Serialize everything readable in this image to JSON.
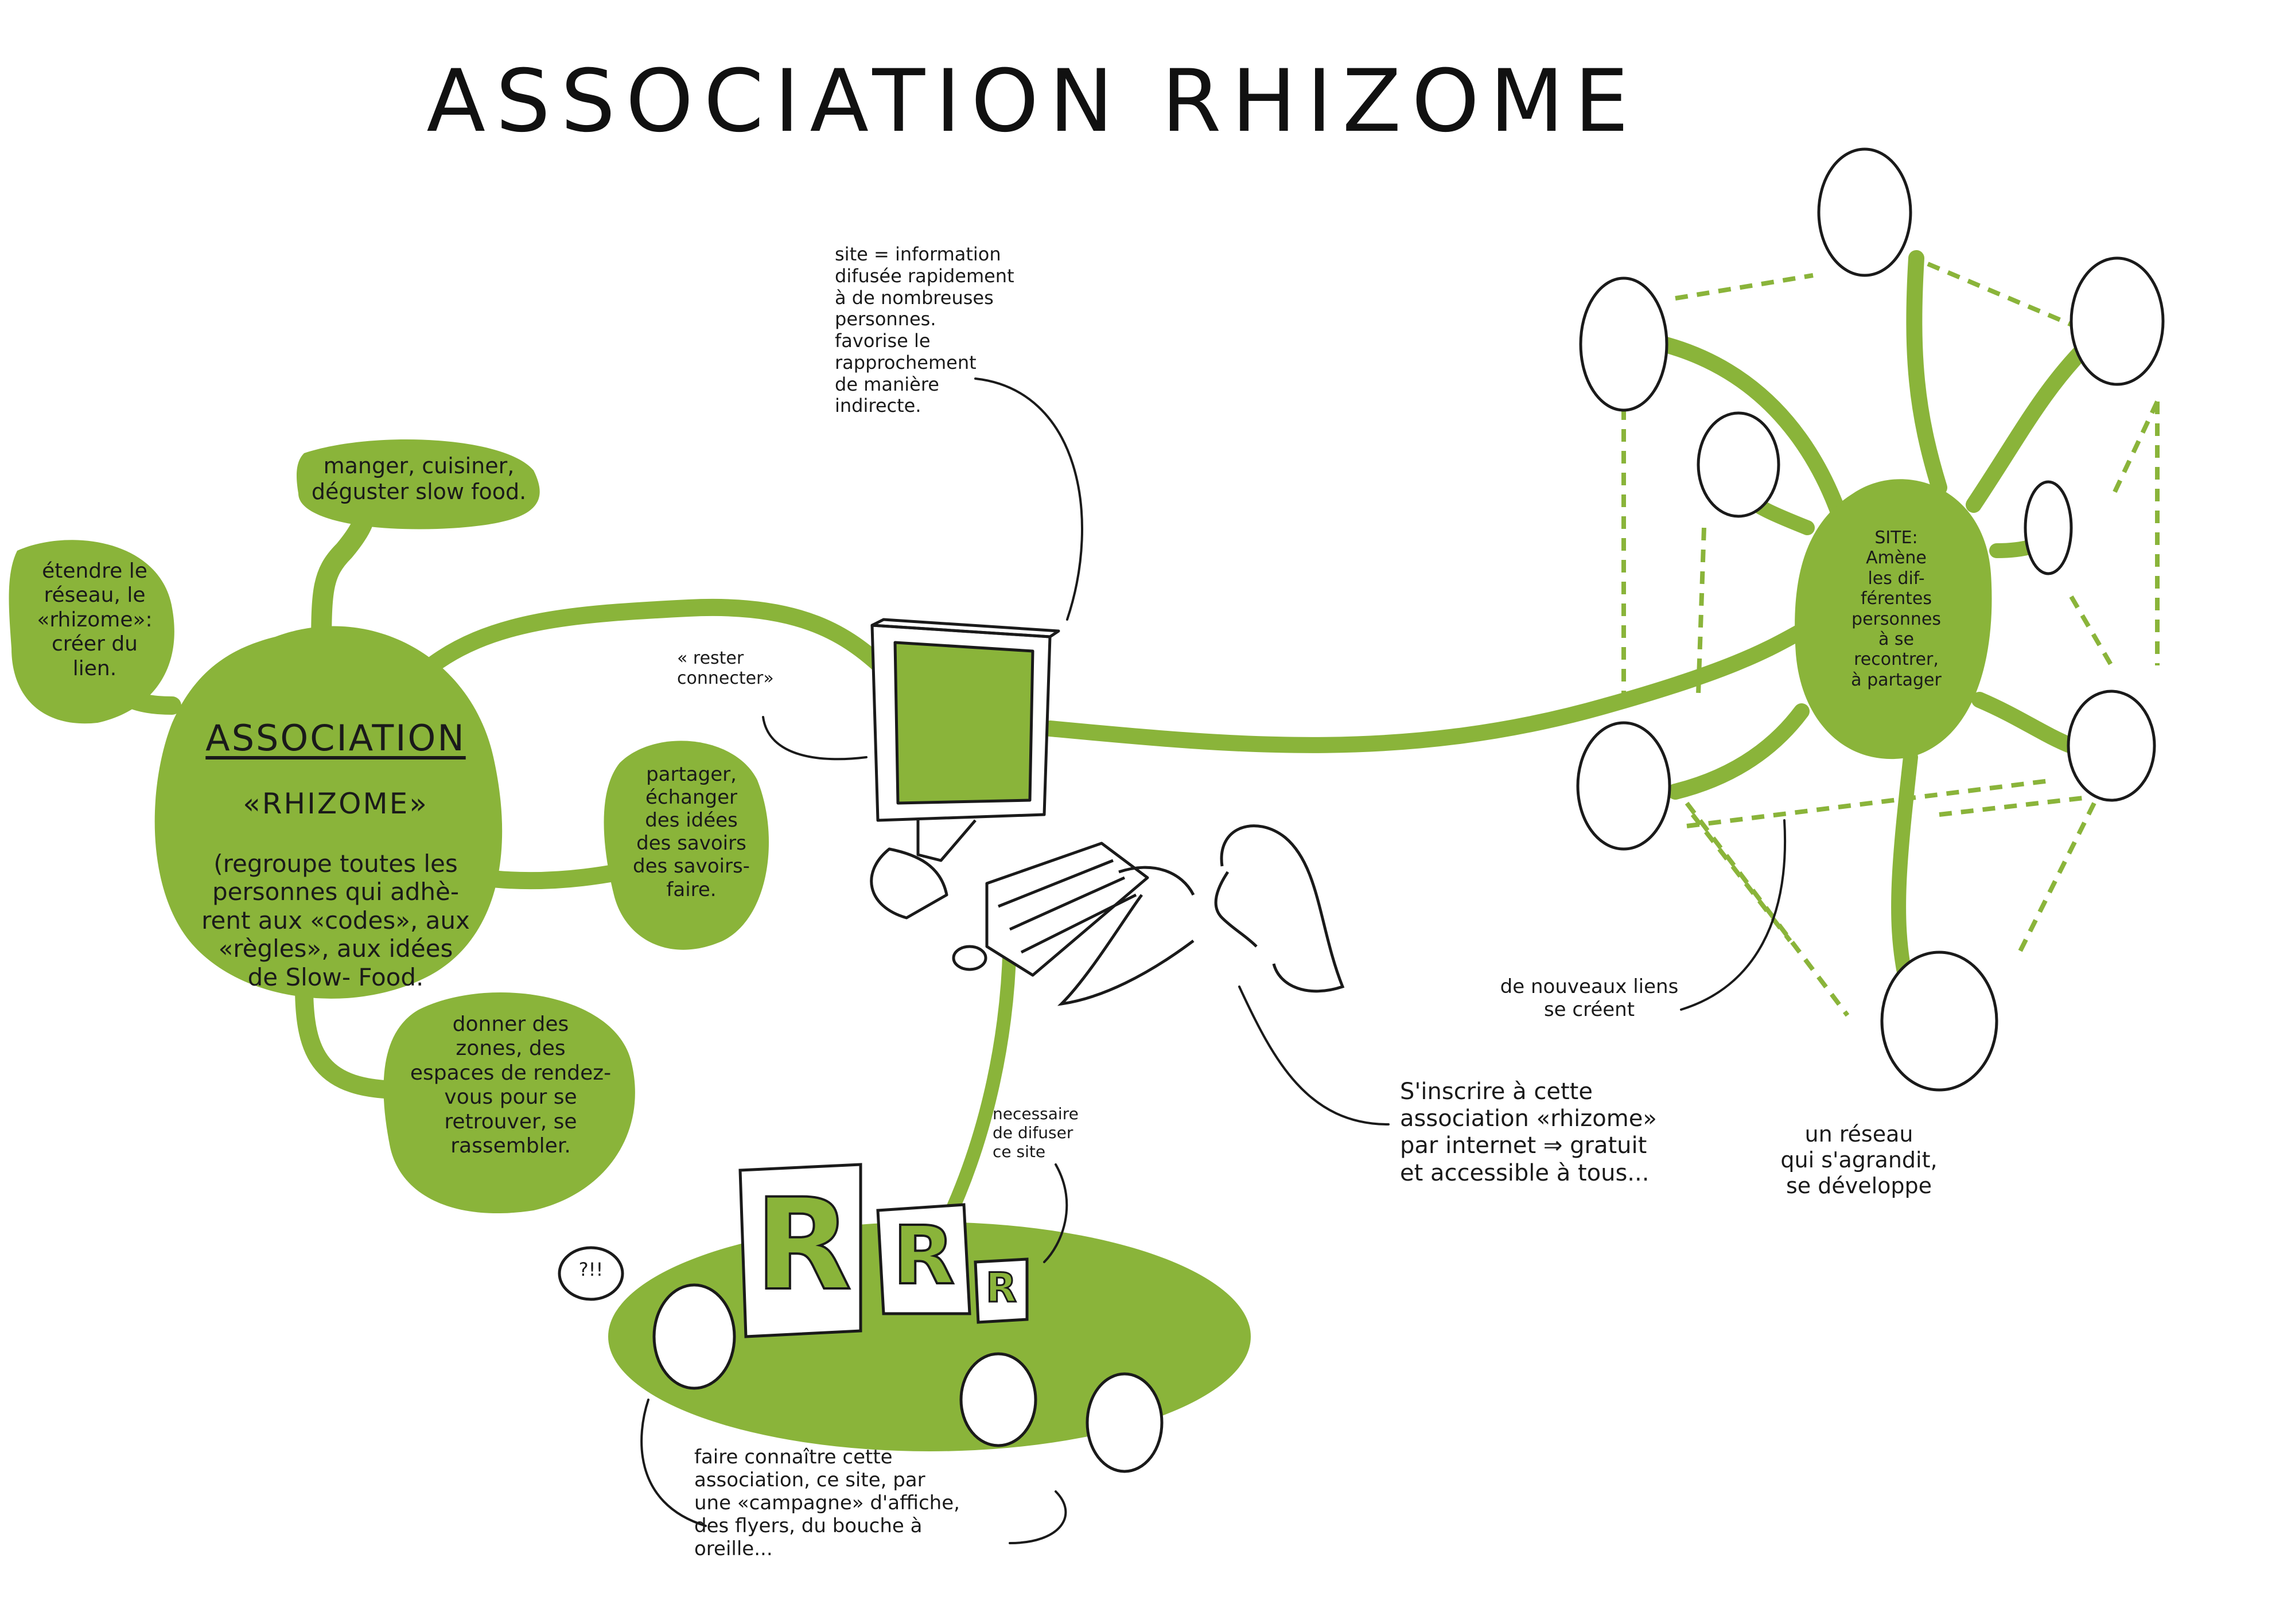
{
  "title": "ASSOCIATION RHIZOME",
  "colors": {
    "green": "#8ab43a",
    "ink": "#1a1a1a",
    "background": "#ffffff"
  },
  "main_bubble": {
    "title": "ASSOCIATION",
    "subtitle": "«RHIZOME»",
    "body": "(regroupe toutes les\npersonnes qui adhè-\nrent aux «codes», aux\n«règles», aux idées\nde Slow- Food."
  },
  "bubbles": {
    "eat": "manger, cuisiner,\ndéguster slow food.",
    "extend": "étendre le\nréseau, le\n«rhizome»:\ncréer du\nlien.",
    "share": "partager,\néchanger\ndes idées\ndes savoirs\ndes savoirs-\nfaire.",
    "zones": "donner des\nzones, des\nespaces de rendez-\nvous pour se\nretrouver, se\nrassembler."
  },
  "site_note": "site = information\ndifusée rapidement\nà de nombreuses\npersonnes.\nfavorise le\nrapprochement\nde manière\nindirecte.",
  "stay_connected": "« rester\nconnecter»",
  "register_note": "S'inscrire à cette\nassociation «rhizome»\npar internet ⇒ gratuit\net accessible à tous...",
  "necessary_note": "necessaire\nde difuser\nce site",
  "campaign_note": "faire connaître cette\nassociation, ce site, par\nune «campagne» d'affiche,\ndes flyers, du bouche à\noreille...",
  "exclaim": "?!!",
  "posters": [
    "R",
    "R",
    "R"
  ],
  "site_bubble": "SITE:\nAmène\nles dif-\nférentes\npersonnes\nà se\nrecontrer,\nà partager",
  "new_links": "de nouveaux liens\nse créent",
  "network_note": "un réseau\nqui s'agrandit,\nse développe"
}
